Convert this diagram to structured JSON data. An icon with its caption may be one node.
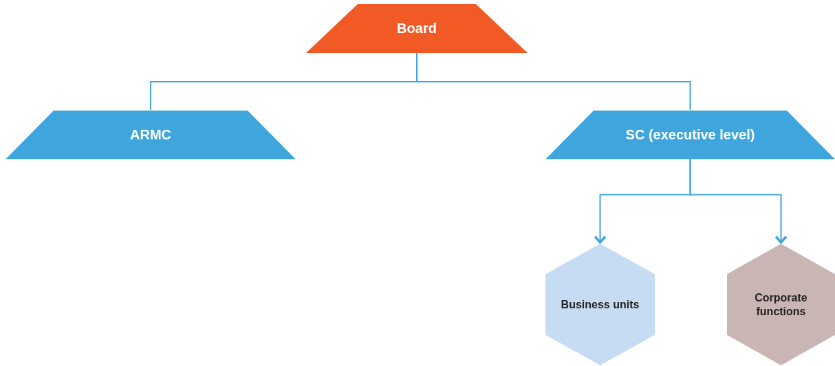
{
  "diagram": {
    "nodes": [
      {
        "text": [
          "Board"
        ]
      },
      {
        "text": [
          "ARMC"
        ]
      },
      {
        "text": [
          "SC (executive level)"
        ]
      },
      {
        "text": [
          "Business units"
        ]
      },
      {
        "text": [
          "Corporate functions"
        ]
      }
    ],
    "edges": [
      {
        "from": 0,
        "to": 1,
        "arrow": "none"
      },
      {
        "from": 0,
        "to": 2,
        "arrow": "none"
      },
      {
        "from": 2,
        "to": 3,
        "arrow": "to"
      },
      {
        "from": 2,
        "to": 4,
        "arrow": "to"
      }
    ]
  }
}
